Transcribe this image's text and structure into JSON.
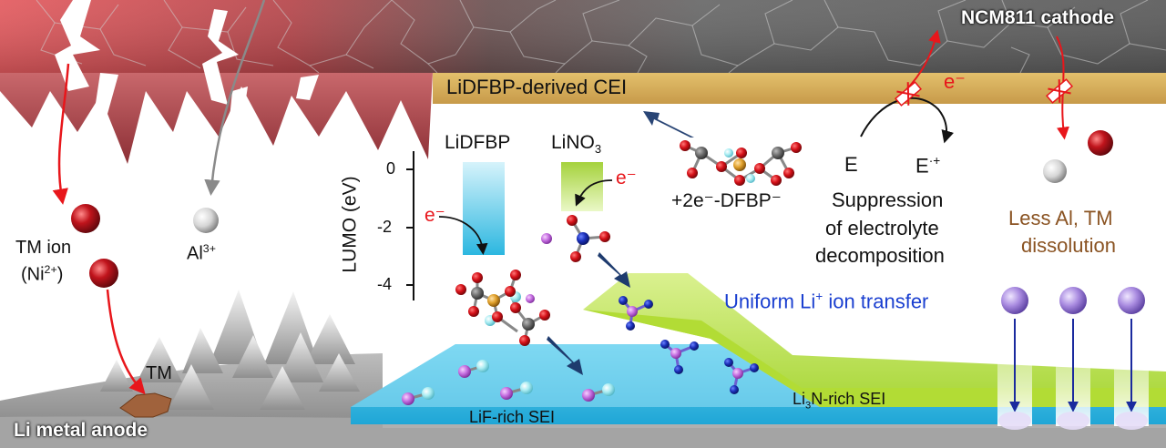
{
  "colors": {
    "cathode_gray": "#6b6b6b",
    "cathode_red": "#b5454a",
    "cei_band": "#d2ad5c",
    "lif_sei": "#2ec4e8",
    "li3n_sei": "#b7e03a",
    "anode_gray": "#9a9a9a",
    "electron_red": "#e8161b",
    "arrow_navy": "#1e3b6e",
    "li_blue": "#1a3fd0",
    "brown_text": "#8a5322",
    "lithium_purple": "#a98be0",
    "tm_red": "#c0141c",
    "al_white": "#e8e8e8"
  },
  "labels": {
    "cathode": "NCM811 cathode",
    "cei": "LiDFBP-derived CEI",
    "electron_top": "e⁻",
    "e_left": "E",
    "e_right": "E",
    "e_right_sup": "·+",
    "suppression_1": "Suppression",
    "suppression_2": "of electrolyte",
    "suppression_3": "decomposition",
    "less_1": "Less Al, TM",
    "less_2": "dissolution",
    "tm_ion_1": "TM ion",
    "tm_ion_2a": "(Ni",
    "tm_ion_2_sup": "2+",
    "tm_ion_2b": ")",
    "al_base": "Al",
    "al_sup": "3+",
    "tm": "TM",
    "anode": "Li metal anode",
    "uniform_a": "Uniform Li",
    "uniform_sup": "+",
    "uniform_b": " ion transfer",
    "lif_sei": "LiF-rich SEI",
    "li3n_a": "Li",
    "li3n_sub": "3",
    "li3n_b": "N-rich SEI",
    "dfbp": "+2e⁻-DFBP⁻",
    "lumo_axis": "LUMO (eV)",
    "lidfbp": "LiDFBP",
    "lino3_a": "LiNO",
    "lino3_sub": "3",
    "e_lidfbp": "e⁻",
    "e_lino3": "e⁻"
  },
  "lumo_ticks": [
    "0",
    "-2",
    "-4"
  ],
  "icons": [
    "electron-arrow-icon",
    "blocked-cross-icon",
    "molecule-icon",
    "lithium-ion-icon"
  ]
}
